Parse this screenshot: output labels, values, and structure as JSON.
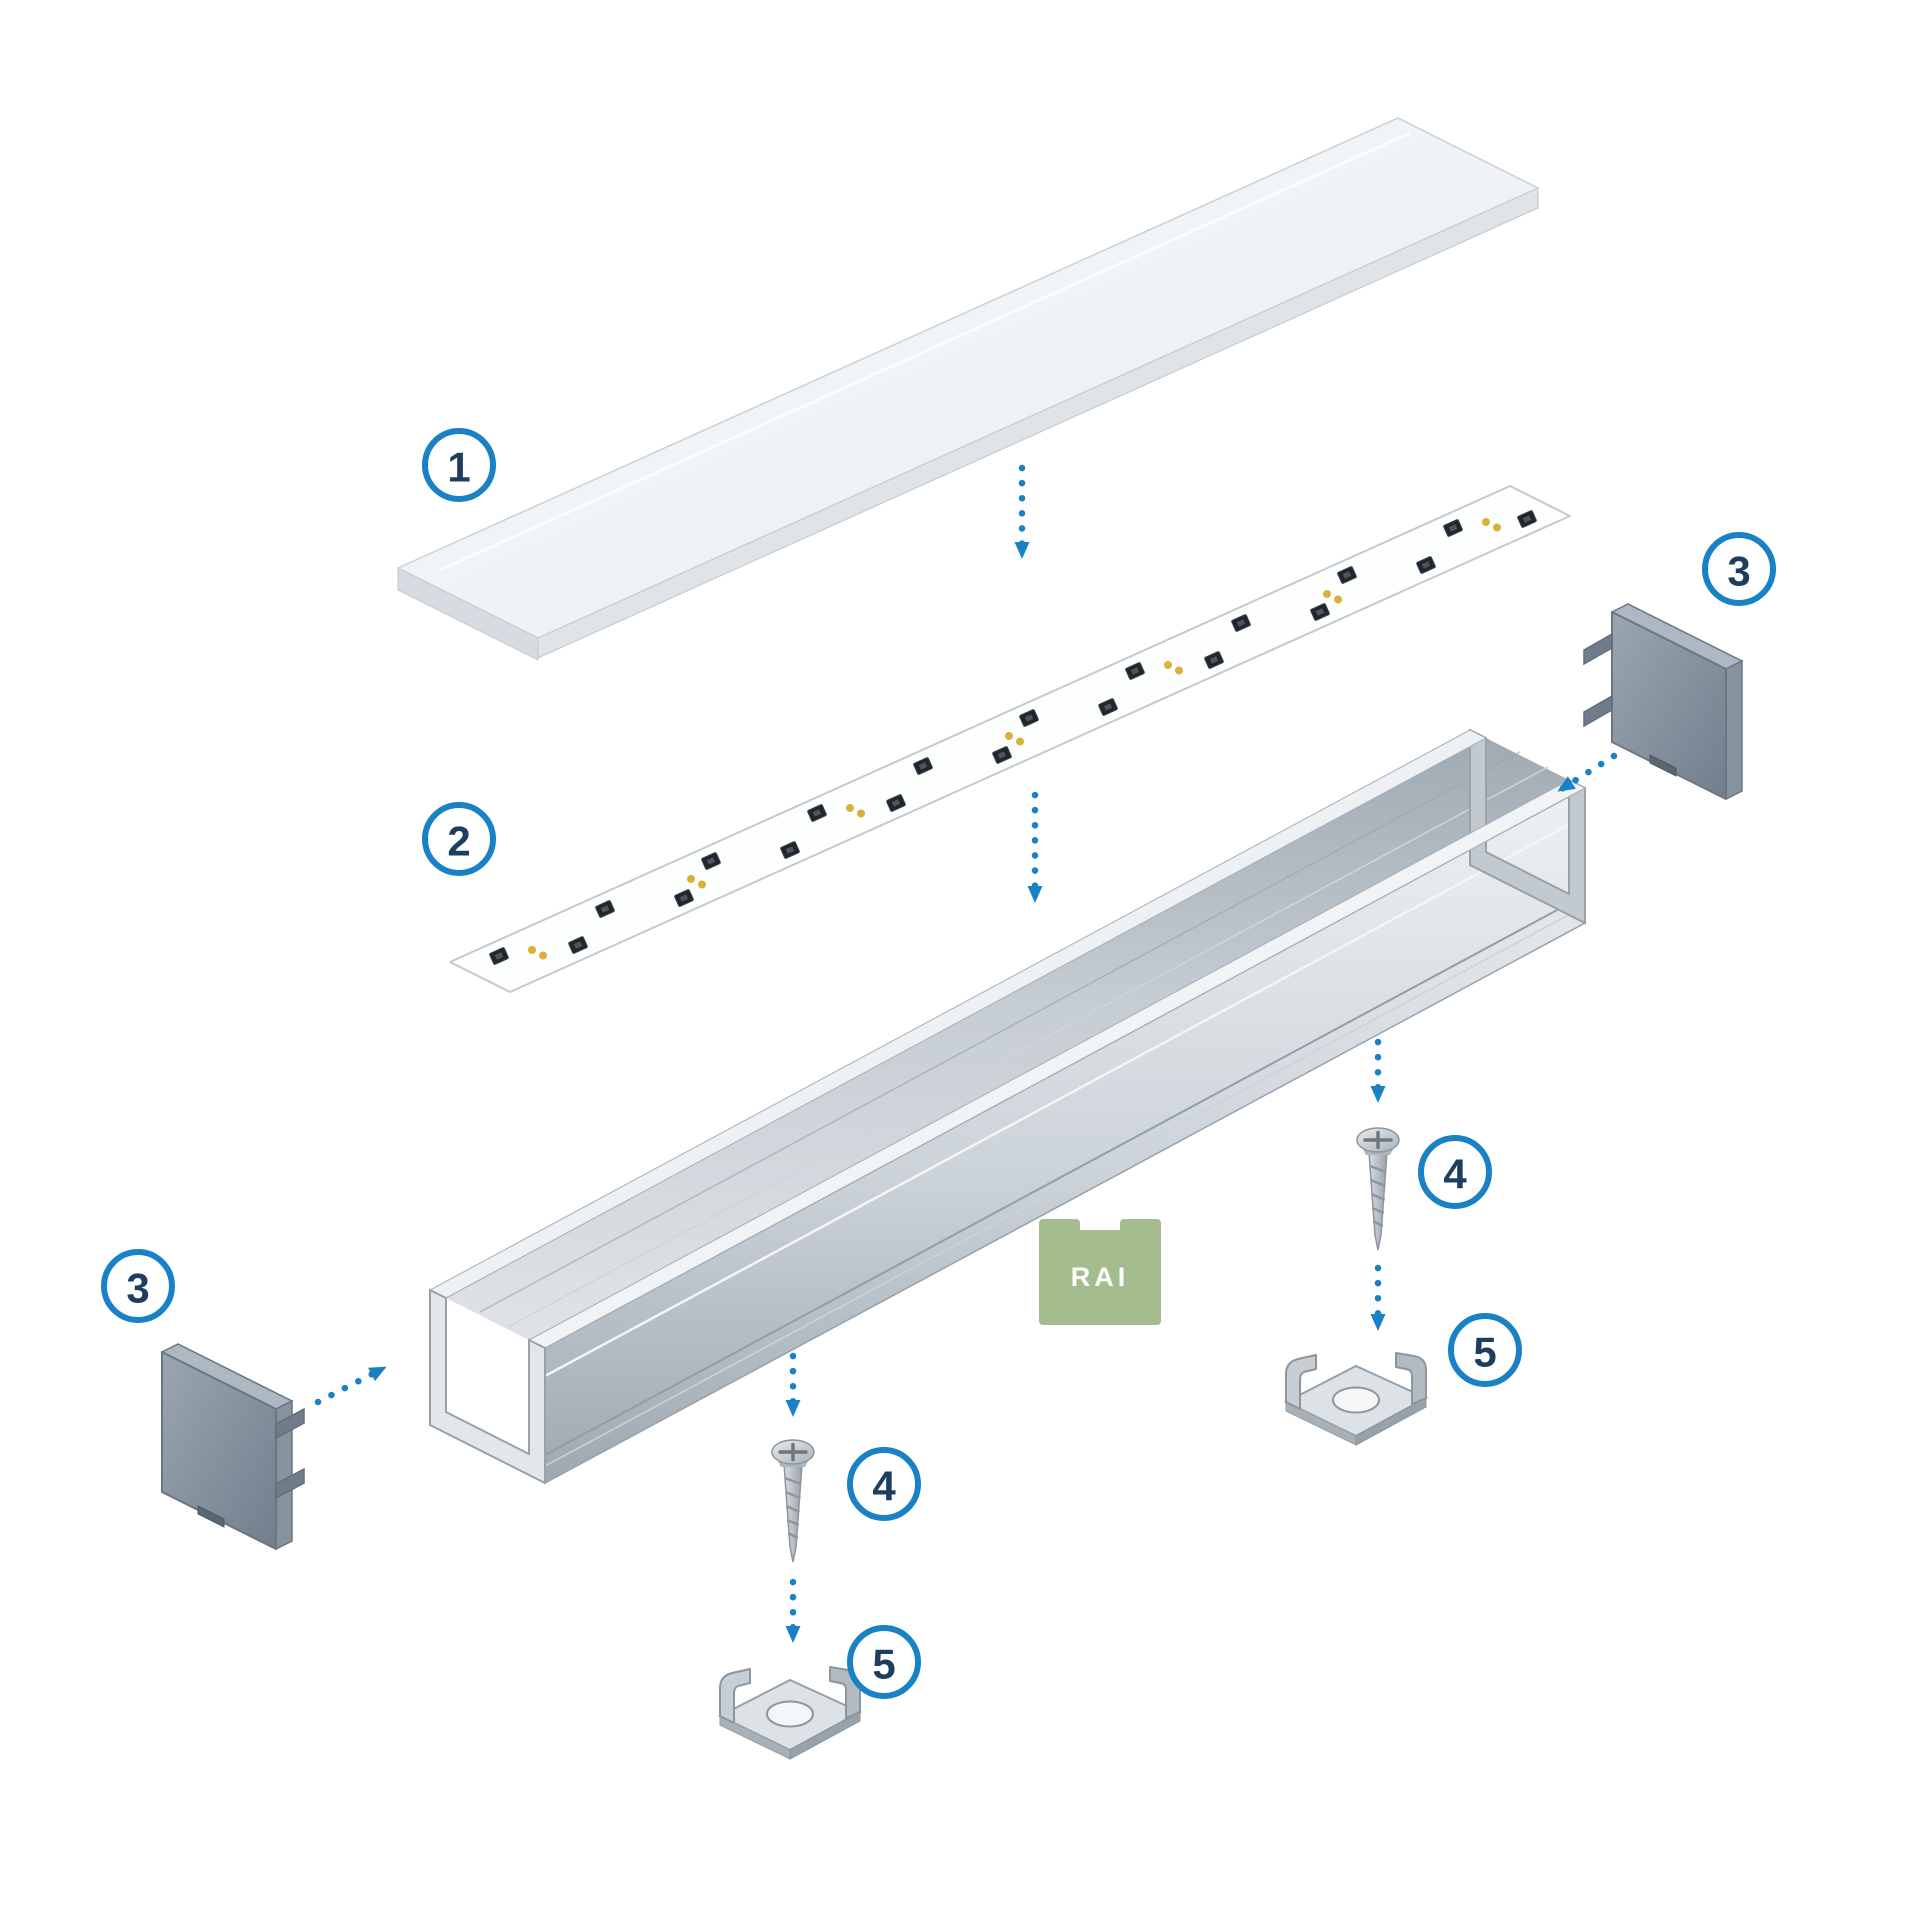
{
  "diagram": {
    "type": "exploded-assembly",
    "background_color": "#ffffff",
    "accent_color": "#1a82c4",
    "callout_text_color": "#1d3e5e",
    "callouts": {
      "one": "1",
      "two": "2",
      "three": "3",
      "four": "4",
      "five": "5"
    },
    "brand_badge": {
      "label": "RAI",
      "background": "#a5bd8e",
      "text_color": "#ffffff"
    }
  }
}
